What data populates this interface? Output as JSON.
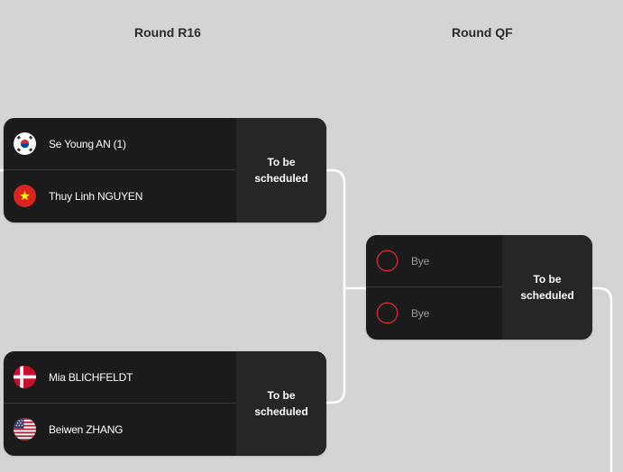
{
  "rounds": [
    {
      "label": "Round R16"
    },
    {
      "label": "Round QF"
    }
  ],
  "matches": [
    {
      "players": [
        {
          "name": "Se Young AN (1)",
          "flag": "korea-flag-icon"
        },
        {
          "name": "Thuy Linh NGUYEN",
          "flag": "vietnam-flag-icon"
        }
      ],
      "status": "To be scheduled"
    },
    {
      "players": [
        {
          "name": "Mia BLICHFELDT",
          "flag": "denmark-flag-icon"
        },
        {
          "name": "Beiwen ZHANG",
          "flag": "usa-flag-icon"
        }
      ],
      "status": "To be scheduled"
    },
    {
      "players": [
        {
          "name": "Bye",
          "flag": "empty-flag-icon"
        },
        {
          "name": "Bye",
          "flag": "empty-flag-icon"
        }
      ],
      "status": "To be scheduled"
    }
  ],
  "colors": {
    "background": "#d4d4d4",
    "card": "#1b1b1b",
    "schedule_panel": "#262626",
    "connector": "#ffffff",
    "bye_ring": "#e0303a"
  }
}
